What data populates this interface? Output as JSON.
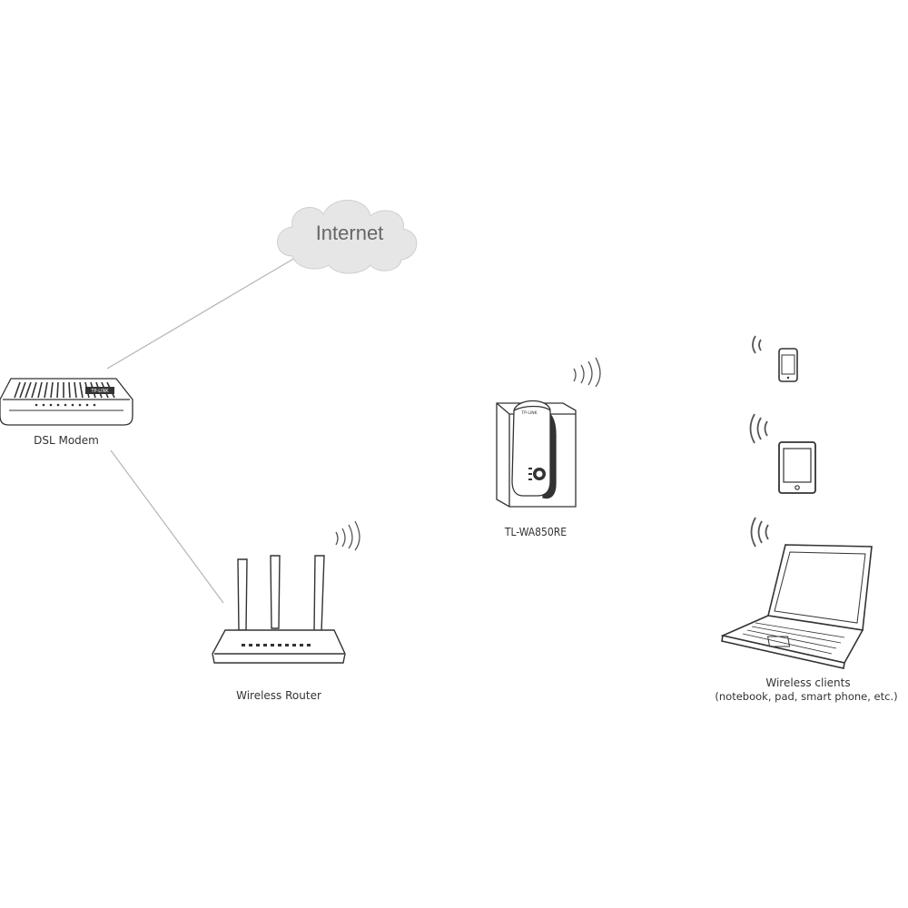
{
  "colors": {
    "background": "#ffffff",
    "line": "#b5b5b5",
    "cloud_fill": "#e6e6e6",
    "device_stroke": "#333333",
    "label_text": "#333333",
    "internet_text": "#666666"
  },
  "nodes": {
    "internet": {
      "label": "Internet",
      "icon": "cloud-icon"
    },
    "modem": {
      "label": "DSL Modem",
      "icon": "dsl-modem-icon",
      "logo_text": "TP-LINK"
    },
    "router": {
      "label": "Wireless Router",
      "icon": "wireless-router-icon"
    },
    "extender": {
      "label": "TL-WA850RE",
      "icon": "range-extender-icon",
      "logo_text": "TP-LINK"
    },
    "clients": {
      "label_line1": "Wireless clients",
      "label_line2": "(notebook, pad, smart phone, etc.)",
      "devices": [
        "smartphone-icon",
        "tablet-icon",
        "laptop-icon"
      ]
    }
  },
  "connections": [
    {
      "from": "modem",
      "to": "internet",
      "style": "wired"
    },
    {
      "from": "modem",
      "to": "router",
      "style": "wired"
    }
  ]
}
